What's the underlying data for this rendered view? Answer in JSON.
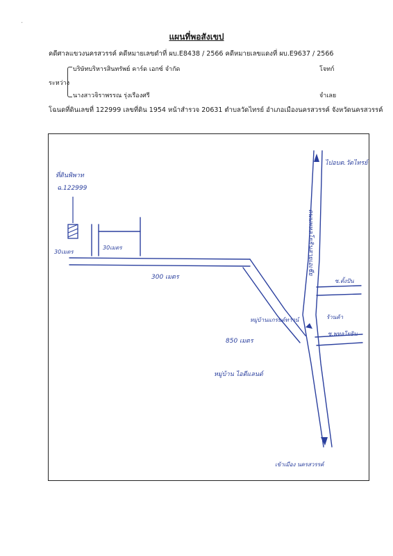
{
  "header": {
    "title": "แผนที่พอสังเขป",
    "case_line": "คดีศาลแขวงนครสวรรค์ คดีหมายเลขดำที่ ผบ.E8438 / 2566 คดีหมายเลขแดงที่ ผบ.E9637 / 2566",
    "plaintiff_name": "บริษัทบริหารสินทรัพย์ คาร์ด เอกซ์ จำกัด",
    "plaintiff_role": "โจทก์",
    "between_label": "ระหว่าง",
    "defendant_name": "นางสาวจิราพรรณ รุ่งเรืองศรี",
    "defendant_role": "จำเลย",
    "deed_line": "โฉนดที่ดินเลขที่ 122999 เลขที่ดิน 1954 หน้าสำรวจ 20631 ตำบลวัดไทรย์ อำเภอเมืองนครสวรรค์ จังหวัดนครสวรรค์"
  },
  "map": {
    "parcel_label": "ที่ดินพิพาท",
    "parcel_deed": "ฉ.122999",
    "dist_30": "30เมตร",
    "dist_30b": "30เมตร",
    "dist_300": "300 เมตร",
    "dist_850": "850 เมตร",
    "to_label": "ไปอบต.วัดไทรย์",
    "main_road": "ถนนพหลโยธินสายเอเชีย",
    "soi_label": "ซ.ตั้งปัน",
    "shop_label": "หมู่บ้านแกรนด์ทาวน์",
    "junction_label": "ร้านค้า",
    "soi2_label": "ซ.พหลโยธิน",
    "village_label": "หมู่บ้าน ไอดีแลนด์",
    "from_label": "เข้าเมือง นครสวรรค์"
  }
}
